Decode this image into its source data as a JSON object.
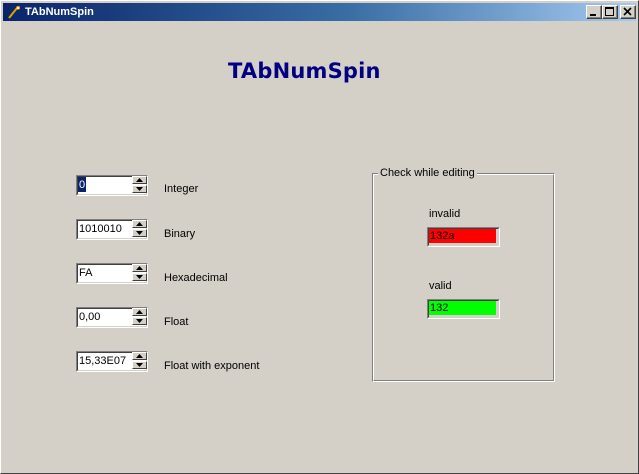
{
  "window": {
    "title": "TAbNumSpin",
    "icon": "spinner-app-icon",
    "controls": {
      "minimize": "minimize-icon",
      "maximize": "maximize-icon",
      "close": "close-icon"
    }
  },
  "heading": "TAbNumSpin",
  "spinners": [
    {
      "value": "0",
      "label": "Integer"
    },
    {
      "value": "1010010",
      "label": "Binary"
    },
    {
      "value": "FA",
      "label": "Hexadecimal"
    },
    {
      "value": "0,00",
      "label": "Float"
    },
    {
      "value": "15,33E07",
      "label": "Float with exponent"
    }
  ],
  "check_group": {
    "title": "Check while editing",
    "invalid": {
      "label": "invalid",
      "value": "132a",
      "color": "#ff0000"
    },
    "valid": {
      "label": "valid",
      "value": "132",
      "color": "#00ff00"
    }
  },
  "colors": {
    "titlebar_start": "#0a246a",
    "titlebar_end": "#a6caf0",
    "heading": "#000080",
    "face": "#d4d0c8"
  }
}
